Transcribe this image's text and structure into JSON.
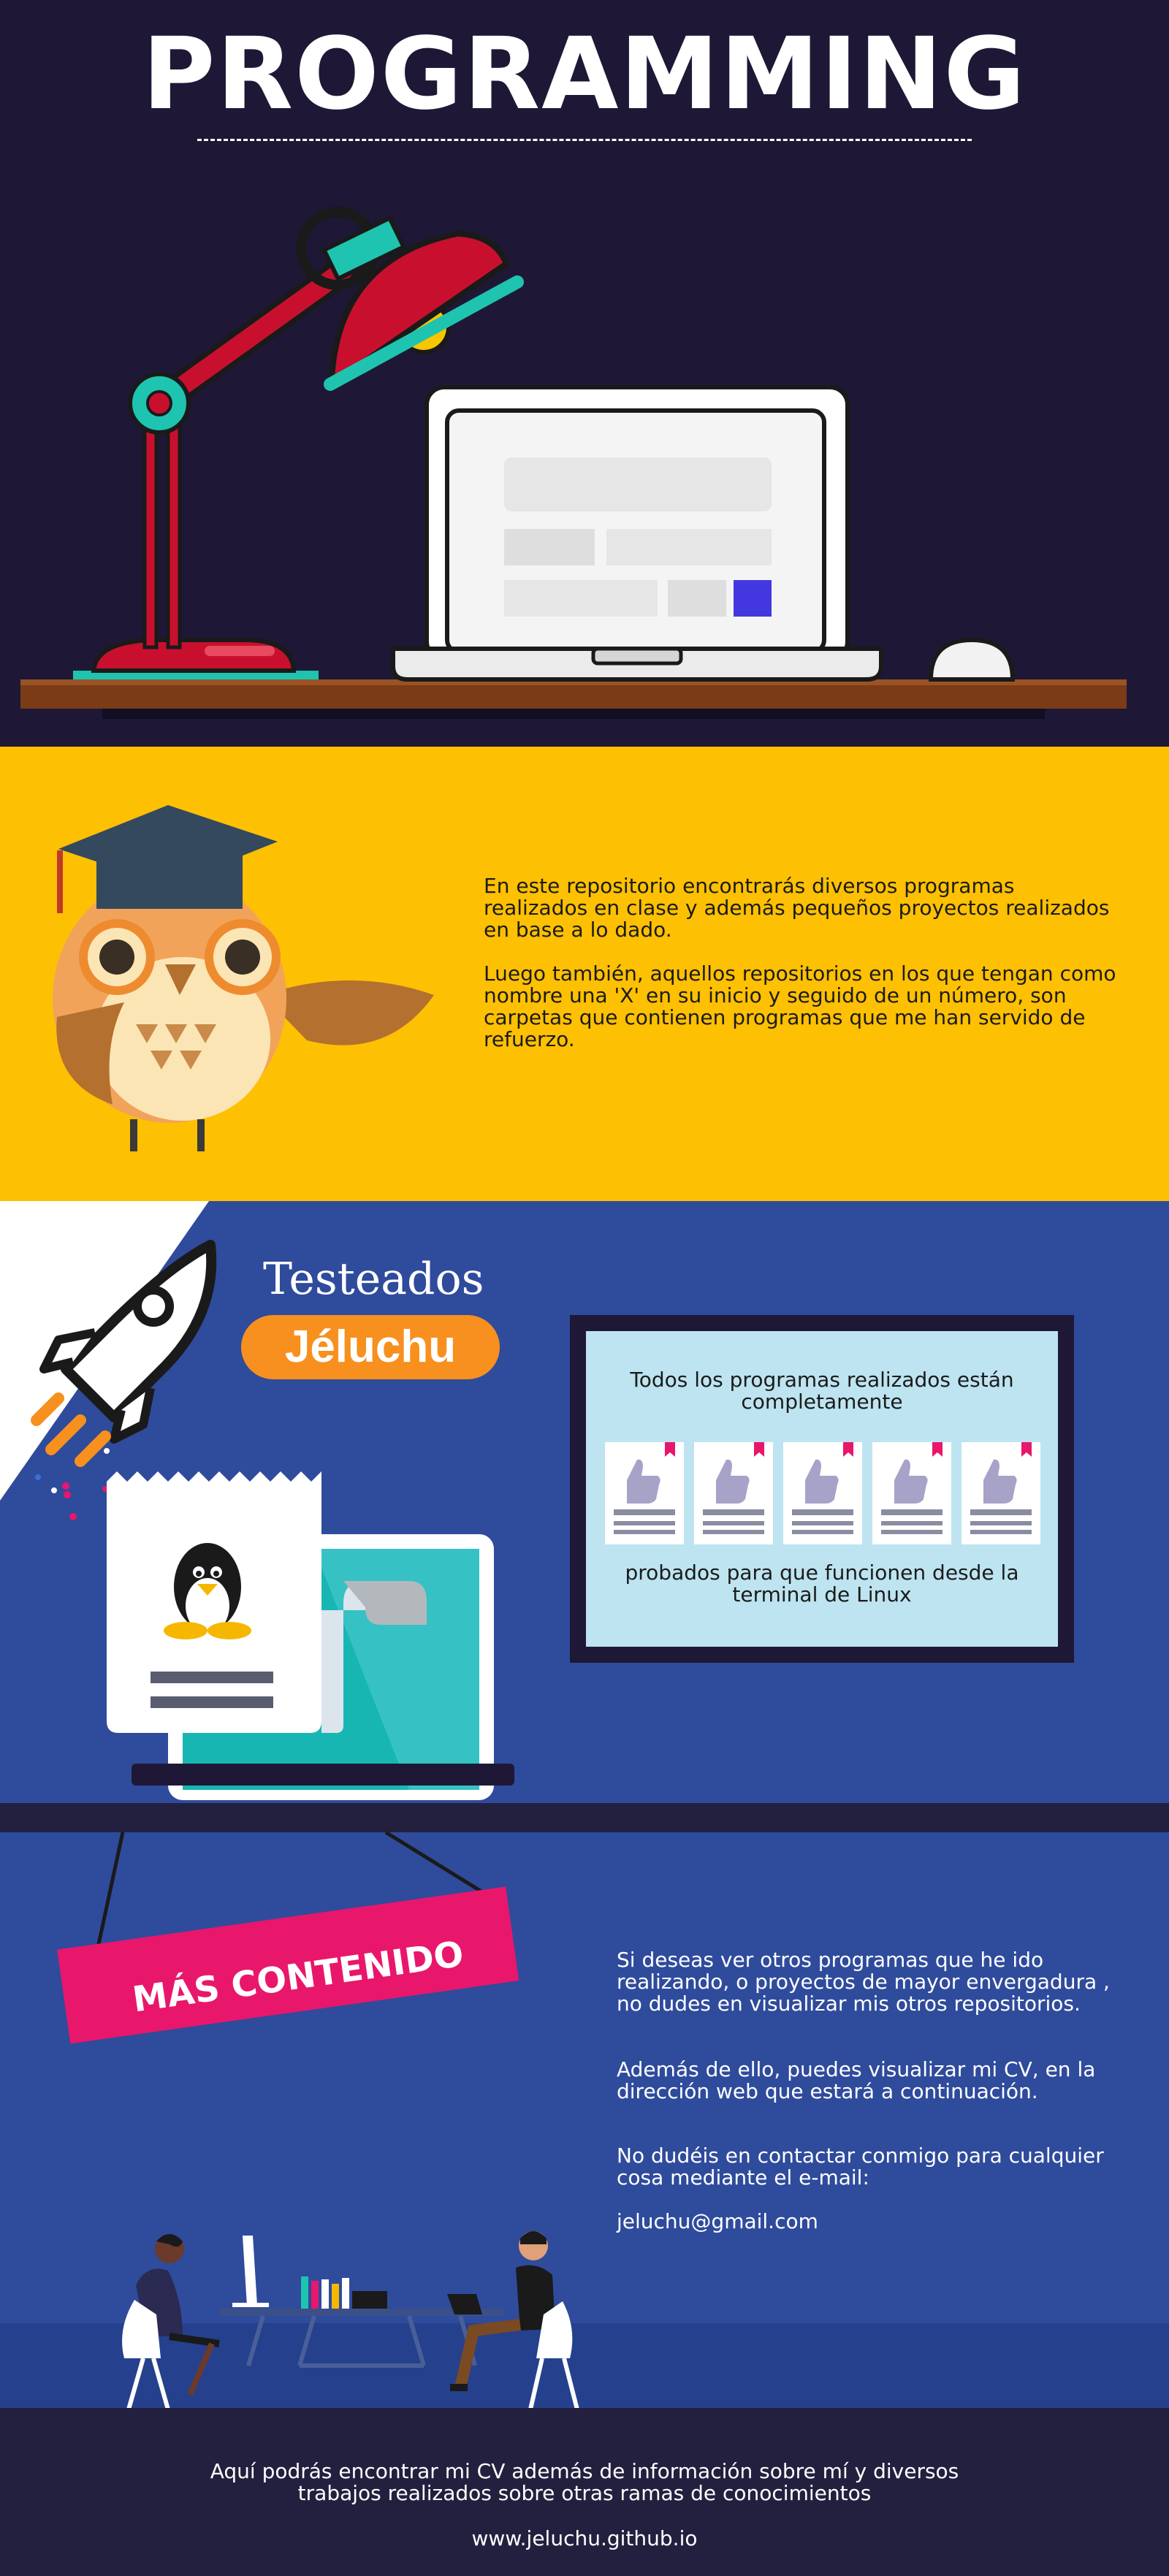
{
  "header": {
    "title": "PROGRAMMING"
  },
  "intro": {
    "paragraph_1": "En este repositorio encontrarás diversos programas realizados en clase y además pequeños proyectos realizados en base a lo dado.",
    "paragraph_2": "Luego también, aquellos repositorios en los que tengan como nombre una 'X' en su inicio y seguido de un número, son carpetas que contienen programas que me han servido de refuerzo."
  },
  "tested": {
    "label": "Testeados",
    "badge": "Jéluchu",
    "board_top": "Todos los programas realizados están completamente",
    "board_bottom": "probados para que funcionen desde la terminal de Linux"
  },
  "more": {
    "banner": "MÁS CONTENIDO",
    "paragraph_1": "Si deseas ver otros programas que he ido realizando, o proyectos de mayor envergadura , no dudes en visualizar mis otros repositorios.",
    "paragraph_2": "Además de ello, puedes visualizar mi CV, en la dirección web que estará a continuación.",
    "paragraph_3": "No dudéis en contactar conmigo para cualquier cosa mediante el e-mail:",
    "email": "jeluchu@gmail.com"
  },
  "footer": {
    "text": "Aquí podrás encontrar mi CV además de información sobre mí y diversos trabajos realizados sobre otras ramas de conocimientos",
    "url": "www.jeluchu.github.io"
  },
  "colors": {
    "navy": "#1e1836",
    "yellow": "#fec002",
    "blue": "#2f4b9c",
    "pink": "#e8176b",
    "orange": "#f7901e",
    "teal": "#1ec4b0",
    "red": "#c8102e"
  }
}
